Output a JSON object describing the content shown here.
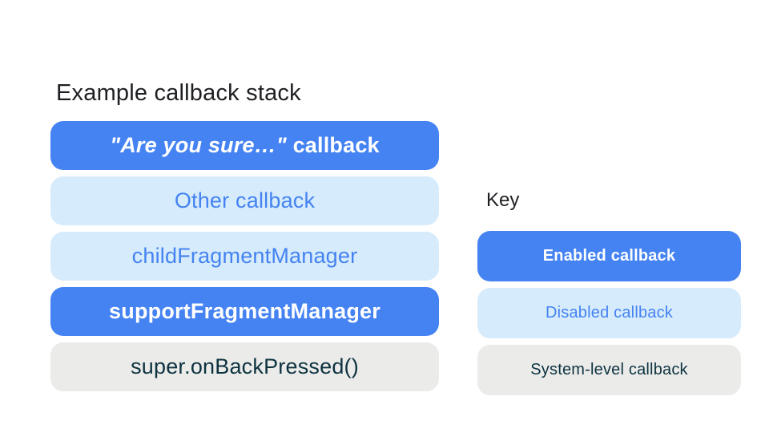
{
  "colors": {
    "background": "#FFFFFF",
    "enabled_bg": "#4583F2",
    "enabled_text": "#FFFFFF",
    "disabled_bg": "#D6EBFB",
    "disabled_text": "#4583F2",
    "system_bg": "#EBEBEA",
    "system_text": "#0D3340",
    "heading_text": "#1D1F22"
  },
  "stack": {
    "title": "Example callback stack",
    "bars": [
      {
        "type": "enabled",
        "label_quoted": "\"Are you sure…\"",
        "label_rest": " callback"
      },
      {
        "type": "disabled",
        "label": "Other callback"
      },
      {
        "type": "disabled",
        "label": "childFragmentManager"
      },
      {
        "type": "enabled",
        "label": "supportFragmentManager"
      },
      {
        "type": "system",
        "label": "super.onBackPressed()"
      }
    ]
  },
  "key": {
    "title": "Key",
    "items": [
      {
        "type": "enabled",
        "label": "Enabled callback"
      },
      {
        "type": "disabled",
        "label": "Disabled callback"
      },
      {
        "type": "system",
        "label": "System-level callback"
      }
    ]
  }
}
